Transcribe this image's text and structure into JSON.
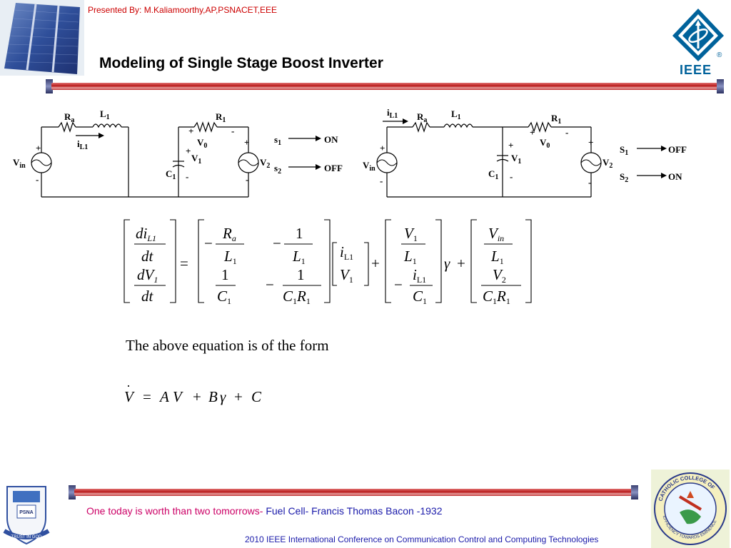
{
  "header": {
    "presenter": "Presented By: M.Kaliamoorthy,AP,PSNACET,EEE",
    "title": "Modeling of Single Stage Boost Inverter",
    "ieee_logo_text": "IEEE",
    "registered_mark": "®"
  },
  "circuit_left": {
    "Ra": "R",
    "Ra_sub": "a",
    "L1": "L",
    "L1_sub": "1",
    "iL1": "i",
    "iL1_sub": "L1",
    "R1": "R",
    "R1_sub": "1",
    "V0": "V",
    "V0_sub": "0",
    "V1": "V",
    "V1_sub": "1",
    "C1": "C",
    "C1_sub": "1",
    "Vin": "V",
    "Vin_sub": "in",
    "V2": "V",
    "V2_sub": "2",
    "s1": "s",
    "s1_sub": "1",
    "s1_state": "ON",
    "s2": "s",
    "s2_sub": "2",
    "s2_state": "OFF",
    "plus": "+",
    "minus": "-"
  },
  "circuit_right": {
    "iL1": "i",
    "iL1_sub": "L1",
    "Ra": "R",
    "Ra_sub": "a",
    "L1": "L",
    "L1_sub": "1",
    "R1": "R",
    "R1_sub": "1",
    "V0": "V",
    "V0_sub": "0",
    "V1": "V",
    "V1_sub": "1",
    "C1": "C",
    "C1_sub": "1",
    "Vin": "V",
    "Vin_sub": "in",
    "V2": "V",
    "V2_sub": "2",
    "s1": "S",
    "s1_sub": "1",
    "s1_state": "OFF",
    "s2": "S",
    "s2_sub": "2",
    "s2_state": "ON",
    "plus": "+",
    "minus": "-"
  },
  "equation": {
    "lhs_top_num": "di",
    "lhs_top_num_sub": "L1",
    "lhs_den": "dt",
    "lhs_bot_num": "dV",
    "lhs_bot_num_sub": "1",
    "equals": "=",
    "a11_num": "R",
    "a11_num_sub": "a",
    "a11_den": "L",
    "a11_den_sub": "1",
    "a12_num": "1",
    "a12_den": "L",
    "a12_den_sub": "1",
    "a21_num": "1",
    "a21_den": "C",
    "a21_den_sub": "1",
    "a22_num": "1",
    "a22_den": "C",
    "a22_den_sub1": "1",
    "a22_den2": "R",
    "a22_den_sub2": "1",
    "x1": "i",
    "x1_sub": "L1",
    "x2": "V",
    "x2_sub": "1",
    "plus": "+",
    "b1_num": "V",
    "b1_num_sub": "1",
    "b1_den": "L",
    "b1_den_sub": "1",
    "b2_num": "i",
    "b2_num_sub": "L1",
    "b2_den": "C",
    "b2_den_sub": "1",
    "gamma": "γ",
    "c1_num": "V",
    "c1_num_sub": "in",
    "c1_den": "L",
    "c1_den_sub": "1",
    "c2_num": "V",
    "c2_num_sub": "2",
    "c2_den": "C",
    "c2_den_sub1": "1",
    "c2_den2": "R",
    "c2_den_sub2": "1",
    "minus": "−"
  },
  "form_text": "The above equation is of the form",
  "state_eq": {
    "V": "V",
    "eq": "=",
    "A": "A",
    "V2": "V",
    "plus": "+",
    "B": "B",
    "gamma": "γ",
    "plus2": "+",
    "C": "C",
    "dot": "·"
  },
  "footer": {
    "quote_part1": "One today is worth than two tomorrows-",
    "quote_part2": " Fuel Cell- Francis Thomas Bacon -1932",
    "conference": "2010 IEEE International Conference on Communication Control and Computing Technologies",
    "psna_text": "PSNA",
    "psna_motto": "TRUST IN GOD",
    "college_text": "CATHOLIC COLLEGE OF",
    "college_motto": "EFFICIENCY TOWARDS EMINENCE"
  },
  "colors": {
    "accent_red": "#cc0000",
    "rule_red": "#b81818",
    "link_blue": "#1a1aaa",
    "ieee_blue": "#00629b"
  }
}
